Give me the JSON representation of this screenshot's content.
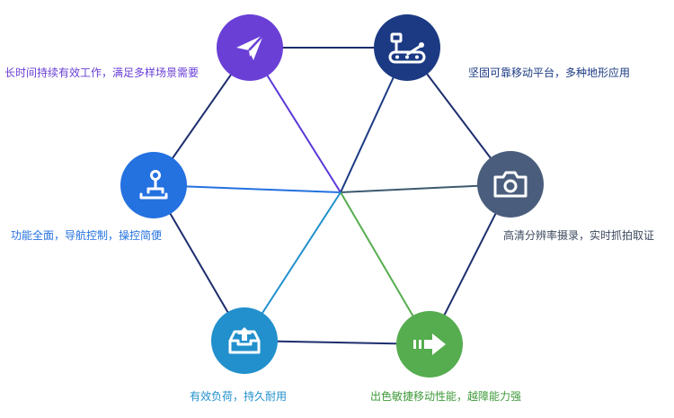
{
  "nodes": [
    {
      "id": "endurance",
      "icon": "paper-plane-icon",
      "color": "#6a3fd6",
      "caption": "长时间持续有效工作，满足多样场景需要",
      "caption_color": "#6a3fd6"
    },
    {
      "id": "platform",
      "icon": "tracked-robot-icon",
      "color": "#1b3a83",
      "caption": "坚固可靠移动平台，多种地形应用",
      "caption_color": "#1b3a83"
    },
    {
      "id": "camera",
      "icon": "camera-icon",
      "color": "#4a5d7c",
      "caption": "高清分辨率摄录，实时抓拍取证",
      "caption_color": "#3d4a5e"
    },
    {
      "id": "mobility",
      "icon": "arrow-right-icon",
      "color": "#56ad4f",
      "caption": "出色敏捷移动性能，越障能力强",
      "caption_color": "#3f9a3a"
    },
    {
      "id": "payload",
      "icon": "tray-upload-icon",
      "color": "#2190cc",
      "caption": "有效负荷，持久耐用",
      "caption_color": "#2190cc"
    },
    {
      "id": "control",
      "icon": "joystick-icon",
      "color": "#2471e0",
      "caption": "功能全面，导航控制，操控简便",
      "caption_color": "#2471e0"
    }
  ],
  "line_colors": {
    "outline": "#1d2e6e"
  }
}
